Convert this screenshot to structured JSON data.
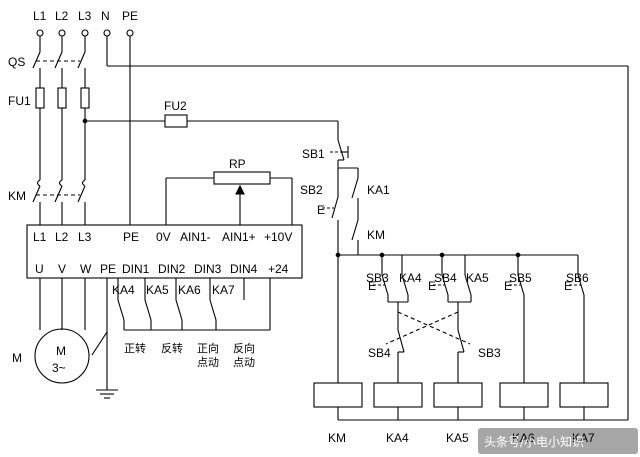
{
  "supply": {
    "l1": "L1",
    "l2": "L2",
    "l3": "L3",
    "n": "N",
    "pe": "PE"
  },
  "components": {
    "qs": "QS",
    "fu1": "FU1",
    "fu2": "FU2",
    "km_contact": "KM",
    "sb1": "SB1",
    "sb2": "SB2",
    "ka1": "KA1",
    "km_aux": "KM",
    "rp": "RP",
    "motor": "M",
    "motor_inner": "M",
    "motor_type": "3~"
  },
  "inverter": {
    "top_terminals": [
      "L1",
      "L2",
      "L3",
      "PE",
      "0V",
      "AIN1-",
      "AIN1+",
      "+10V"
    ],
    "bottom_terminals": [
      "U",
      "V",
      "W",
      "PE",
      "DIN1",
      "DIN2",
      "DIN3",
      "DIN4",
      "+24"
    ]
  },
  "din_relays": [
    "KA4",
    "KA5",
    "KA6",
    "KA7"
  ],
  "din_functions": [
    {
      "line1": "正转",
      "line2": ""
    },
    {
      "line1": "反转",
      "line2": ""
    },
    {
      "line1": "正向",
      "line2": "点动"
    },
    {
      "line1": "反向",
      "line2": "点动"
    }
  ],
  "control": {
    "contact_labels": [
      "SB3",
      "KA4",
      "SB4",
      "KA5",
      "SB5",
      "SB6"
    ],
    "interlock_labels": [
      "SB4",
      "SB3"
    ],
    "coil_labels": [
      "KM",
      "KA4",
      "KA5",
      "KA6",
      "KA7"
    ]
  },
  "watermark": "头条号/小电小知识",
  "colors": {
    "line": "#000000",
    "background": "#ffffff"
  }
}
